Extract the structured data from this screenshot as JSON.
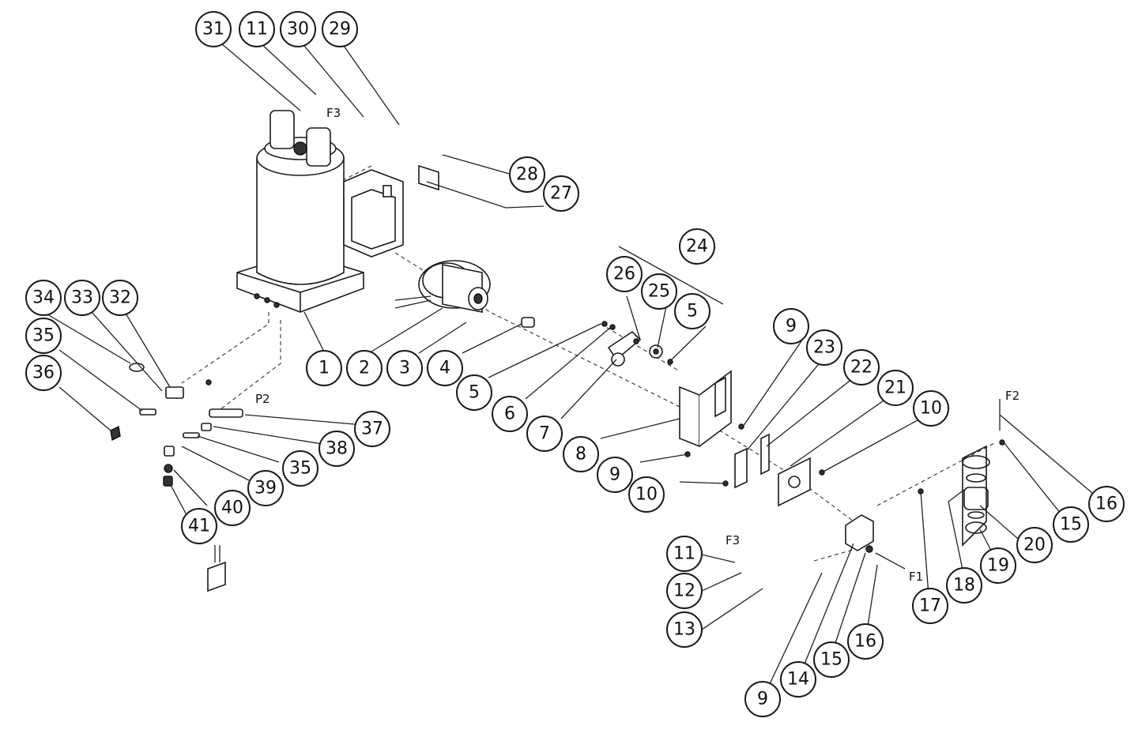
{
  "callouts": [
    "31",
    "11",
    "30",
    "29",
    "28",
    "27",
    "24",
    "26",
    "25",
    "5",
    "34",
    "33",
    "32",
    "35",
    "36",
    "1",
    "2",
    "3",
    "4",
    "5",
    "6",
    "7",
    "8",
    "9",
    "23",
    "22",
    "21",
    "10",
    "9",
    "10",
    "37",
    "38",
    "35",
    "39",
    "40",
    "41",
    "16",
    "15",
    "20",
    "19",
    "18",
    "17",
    "11",
    "12",
    "13",
    "9",
    "14",
    "15",
    "16"
  ],
  "flags": {
    "f3_top": "F3",
    "p2": "P2",
    "f2": "F2",
    "f3_bottom": "F3",
    "f1": "F1"
  },
  "colors": {
    "line": "#1a1a1a",
    "background": "#ffffff"
  }
}
